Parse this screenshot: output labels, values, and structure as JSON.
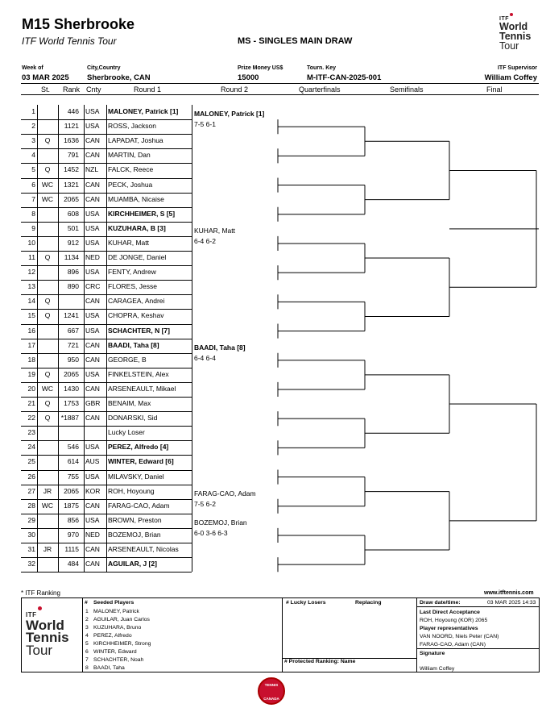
{
  "header": {
    "title": "M15 Sherbrooke",
    "subtitle": "ITF World Tennis Tour",
    "event": "MS - SINGLES MAIN DRAW"
  },
  "logo": {
    "itf": "ITF",
    "line1": "World",
    "line2": "Tennis",
    "line3": "Tour"
  },
  "info": {
    "week_label": "Week of",
    "week": "03 MAR 2025",
    "city_label": "City,Country",
    "city": "Sherbrooke, CAN",
    "prize_label": "Prize Money US$",
    "prize": "15000",
    "key_label": "Tourn. Key",
    "key": "M-ITF-CAN-2025-001",
    "supervisor_label": "ITF Supervisor",
    "supervisor": "William Coffey"
  },
  "columns": {
    "st": "St.",
    "rank": "Rank",
    "cnty": "Cnty",
    "r1": "Round 1",
    "r2": "Round 2",
    "qf": "Quarterfinals",
    "sf": "Semifinals",
    "f": "Final"
  },
  "players": [
    {
      "n": "1",
      "st": "",
      "rank": "446",
      "cnty": "USA",
      "name": "MALONEY, Patrick [1]",
      "bold": true
    },
    {
      "n": "2",
      "st": "",
      "rank": "1121",
      "cnty": "USA",
      "name": "ROSS, Jackson",
      "bold": false
    },
    {
      "n": "3",
      "st": "Q",
      "rank": "1636",
      "cnty": "CAN",
      "name": "LAPADAT, Joshua",
      "bold": false
    },
    {
      "n": "4",
      "st": "",
      "rank": "791",
      "cnty": "CAN",
      "name": "MARTIN, Dan",
      "bold": false
    },
    {
      "n": "5",
      "st": "Q",
      "rank": "1452",
      "cnty": "NZL",
      "name": "FALCK, Reece",
      "bold": false
    },
    {
      "n": "6",
      "st": "WC",
      "rank": "1321",
      "cnty": "CAN",
      "name": "PECK, Joshua",
      "bold": false
    },
    {
      "n": "7",
      "st": "WC",
      "rank": "2065",
      "cnty": "CAN",
      "name": "MUAMBA, Nicaise",
      "bold": false
    },
    {
      "n": "8",
      "st": "",
      "rank": "608",
      "cnty": "USA",
      "name": "KIRCHHEIMER, S [5]",
      "bold": true
    },
    {
      "n": "9",
      "st": "",
      "rank": "501",
      "cnty": "USA",
      "name": "KUZUHARA, B [3]",
      "bold": true
    },
    {
      "n": "10",
      "st": "",
      "rank": "912",
      "cnty": "USA",
      "name": "KUHAR, Matt",
      "bold": false
    },
    {
      "n": "11",
      "st": "Q",
      "rank": "1134",
      "cnty": "NED",
      "name": "DE JONGE, Daniel",
      "bold": false
    },
    {
      "n": "12",
      "st": "",
      "rank": "896",
      "cnty": "USA",
      "name": "FENTY, Andrew",
      "bold": false
    },
    {
      "n": "13",
      "st": "",
      "rank": "890",
      "cnty": "CRC",
      "name": "FLORES, Jesse",
      "bold": false
    },
    {
      "n": "14",
      "st": "Q",
      "rank": "",
      "cnty": "CAN",
      "name": "CARAGEA, Andrei",
      "bold": false
    },
    {
      "n": "15",
      "st": "Q",
      "rank": "1241",
      "cnty": "USA",
      "name": "CHOPRA, Keshav",
      "bold": false
    },
    {
      "n": "16",
      "st": "",
      "rank": "667",
      "cnty": "USA",
      "name": "SCHACHTER, N [7]",
      "bold": true
    },
    {
      "n": "17",
      "st": "",
      "rank": "721",
      "cnty": "CAN",
      "name": "BAADI, Taha [8]",
      "bold": true
    },
    {
      "n": "18",
      "st": "",
      "rank": "950",
      "cnty": "CAN",
      "name": "GEORGE, B",
      "bold": false
    },
    {
      "n": "19",
      "st": "Q",
      "rank": "2065",
      "cnty": "USA",
      "name": "FINKELSTEIN, Alex",
      "bold": false
    },
    {
      "n": "20",
      "st": "WC",
      "rank": "1430",
      "cnty": "CAN",
      "name": "ARSENEAULT, Mikael",
      "bold": false
    },
    {
      "n": "21",
      "st": "Q",
      "rank": "1753",
      "cnty": "GBR",
      "name": "BENAIM, Max",
      "bold": false
    },
    {
      "n": "22",
      "st": "Q",
      "rank": "*1887",
      "cnty": "CAN",
      "name": "DONARSKI, Sid",
      "bold": false
    },
    {
      "n": "23",
      "st": "",
      "rank": "",
      "cnty": "",
      "name": "Lucky Loser",
      "bold": false
    },
    {
      "n": "24",
      "st": "",
      "rank": "546",
      "cnty": "USA",
      "name": "PEREZ, Alfredo [4]",
      "bold": true
    },
    {
      "n": "25",
      "st": "",
      "rank": "614",
      "cnty": "AUS",
      "name": "WINTER, Edward [6]",
      "bold": true
    },
    {
      "n": "26",
      "st": "",
      "rank": "755",
      "cnty": "USA",
      "name": "MILAVSKY, Daniel",
      "bold": false
    },
    {
      "n": "27",
      "st": "JR",
      "rank": "2065",
      "cnty": "KOR",
      "name": "ROH, Hoyoung",
      "bold": false
    },
    {
      "n": "28",
      "st": "WC",
      "rank": "1875",
      "cnty": "CAN",
      "name": "FARAG-CAO, Adam",
      "bold": false
    },
    {
      "n": "29",
      "st": "",
      "rank": "856",
      "cnty": "USA",
      "name": "BROWN, Preston",
      "bold": false
    },
    {
      "n": "30",
      "st": "",
      "rank": "970",
      "cnty": "NED",
      "name": "BOZEMOJ, Brian",
      "bold": false
    },
    {
      "n": "31",
      "st": "JR",
      "rank": "1115",
      "cnty": "CAN",
      "name": "ARSENEAULT, Nicolas",
      "bold": false
    },
    {
      "n": "32",
      "st": "",
      "rank": "484",
      "cnty": "CAN",
      "name": "AGUILAR, J [2]",
      "bold": true
    }
  ],
  "round2": [
    {
      "name": "MALONEY, Patrick [1]",
      "score": "7-5 6-1",
      "bold": true
    },
    {
      "name": "KUHAR, Matt",
      "score": "6-4 6-2",
      "bold": false
    },
    {
      "name": "BAADI, Taha [8]",
      "score": "6-4 6-4",
      "bold": true
    },
    {
      "name": "FARAG-CAO, Adam",
      "score": "7-5 6-2",
      "bold": false
    },
    {
      "name": "BOZEMOJ, Brian",
      "score": "6-0 3-6 6-3",
      "bold": false
    }
  ],
  "footer": {
    "note": "* ITF Ranking",
    "url": "www.itftennis.com",
    "seeded_hash": "#",
    "seeded_title": "Seeded Players",
    "seeded": [
      {
        "n": "1",
        "name": "MALONEY, Patrick"
      },
      {
        "n": "2",
        "name": "AGUILAR, Juan Carlos"
      },
      {
        "n": "3",
        "name": "KUZUHARA, Bruno"
      },
      {
        "n": "4",
        "name": "PEREZ, Alfredo"
      },
      {
        "n": "5",
        "name": "KIRCHHEIMER, Strong"
      },
      {
        "n": "6",
        "name": "WINTER, Edward"
      },
      {
        "n": "7",
        "name": "SCHACHTER, Noah"
      },
      {
        "n": "8",
        "name": "BAADI, Taha"
      }
    ],
    "lucky_title": "# Lucky Losers",
    "replacing": "Replacing",
    "protected_title": "# Protected Ranking: Name",
    "draw_label": "Draw date/time:",
    "draw_value": "03 MAR 2025 14:33",
    "lda_label": "Last Direct Acceptance",
    "lda_value": "ROH, Hoyoung (KOR) 2065",
    "reps_label": "Player representatives",
    "rep1": "VAN NOORD, Niels Peter (CAN)",
    "rep2": "FARAG-CAO, Adam (CAN)",
    "sig_label": "Signature",
    "sig_value": "William Coffey"
  },
  "seal": {
    "top": "TENNIS",
    "bottom": "CANADA"
  }
}
